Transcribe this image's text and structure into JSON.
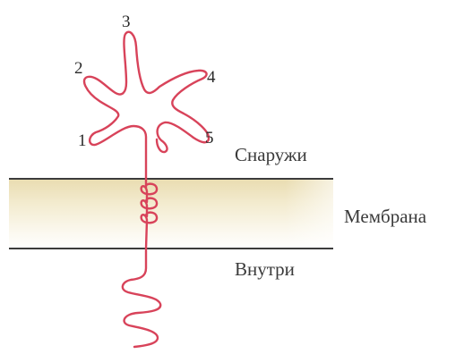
{
  "diagram": {
    "domain_labels": [
      "1",
      "2",
      "3",
      "4",
      "5"
    ],
    "regions": {
      "outside": "Снаружи",
      "membrane": "Мембрана",
      "inside": "Внутри"
    },
    "colors": {
      "protein_chain": "#d8435a",
      "membrane_line": "#3c3c3c",
      "membrane_fill_top": "#ede3bf",
      "membrane_fill_mid": "#f6f0da",
      "text": "#3a3a3a"
    }
  }
}
